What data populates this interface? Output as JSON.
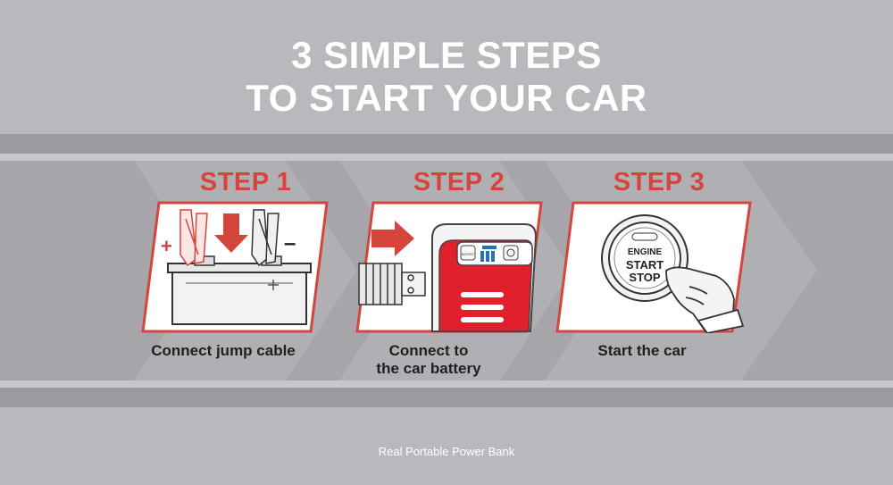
{
  "title": {
    "line1": "3 SIMPLE STEPS",
    "line2": "TO START YOUR CAR"
  },
  "steps": [
    {
      "label": "STEP 1",
      "caption_line1": "Connect jump cable",
      "caption_line2": ""
    },
    {
      "label": "STEP 2",
      "caption_line1": "Connect to",
      "caption_line2": "the car battery"
    },
    {
      "label": "STEP 3",
      "caption_line1": "Start the car",
      "caption_line2": ""
    }
  ],
  "illustration_text": {
    "plus": "+",
    "minus": "–",
    "boost": "BOOST",
    "engine": "ENGINE",
    "start": "START",
    "stop": "STOP"
  },
  "footer": "Real Portable Power Bank",
  "colors": {
    "accent_red": "#d6453c",
    "device_red": "#e0202b",
    "background": "#b9b9bd",
    "band": "#a6a6aa"
  }
}
